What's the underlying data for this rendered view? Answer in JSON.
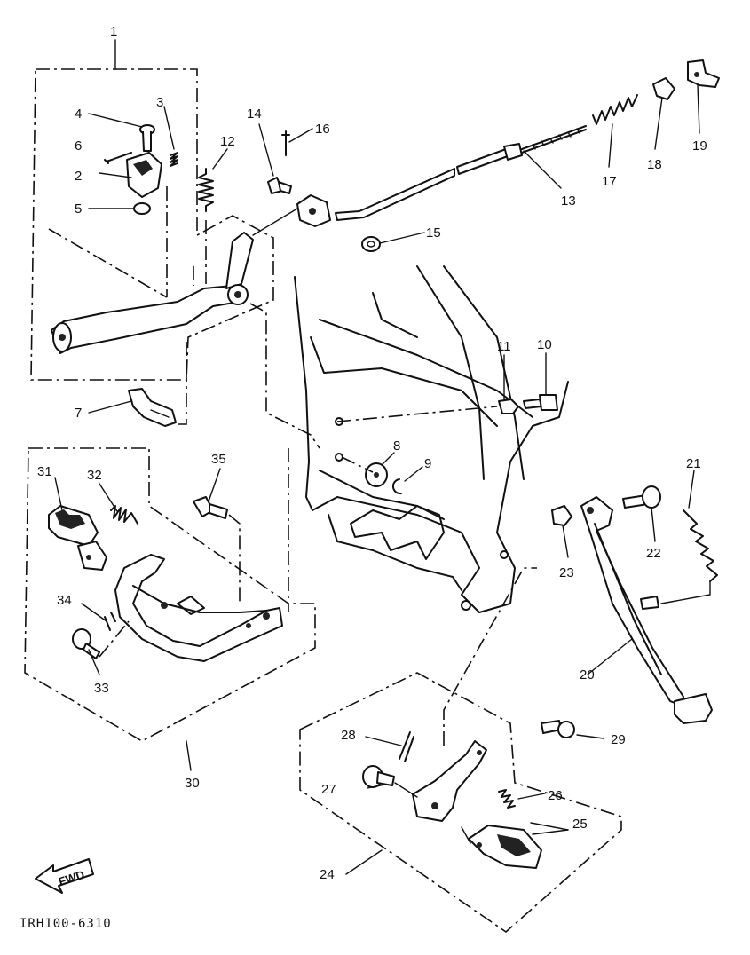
{
  "diagram": {
    "callouts": [
      "1",
      "2",
      "3",
      "4",
      "5",
      "6",
      "7",
      "8",
      "9",
      "10",
      "11",
      "12",
      "13",
      "14",
      "15",
      "16",
      "17",
      "18",
      "19",
      "20",
      "21",
      "22",
      "23",
      "24",
      "25",
      "26",
      "27",
      "28",
      "29",
      "30",
      "31",
      "32",
      "33",
      "34",
      "35"
    ],
    "direction_label": "FWD",
    "drawing_code": "IRH100-6310"
  }
}
